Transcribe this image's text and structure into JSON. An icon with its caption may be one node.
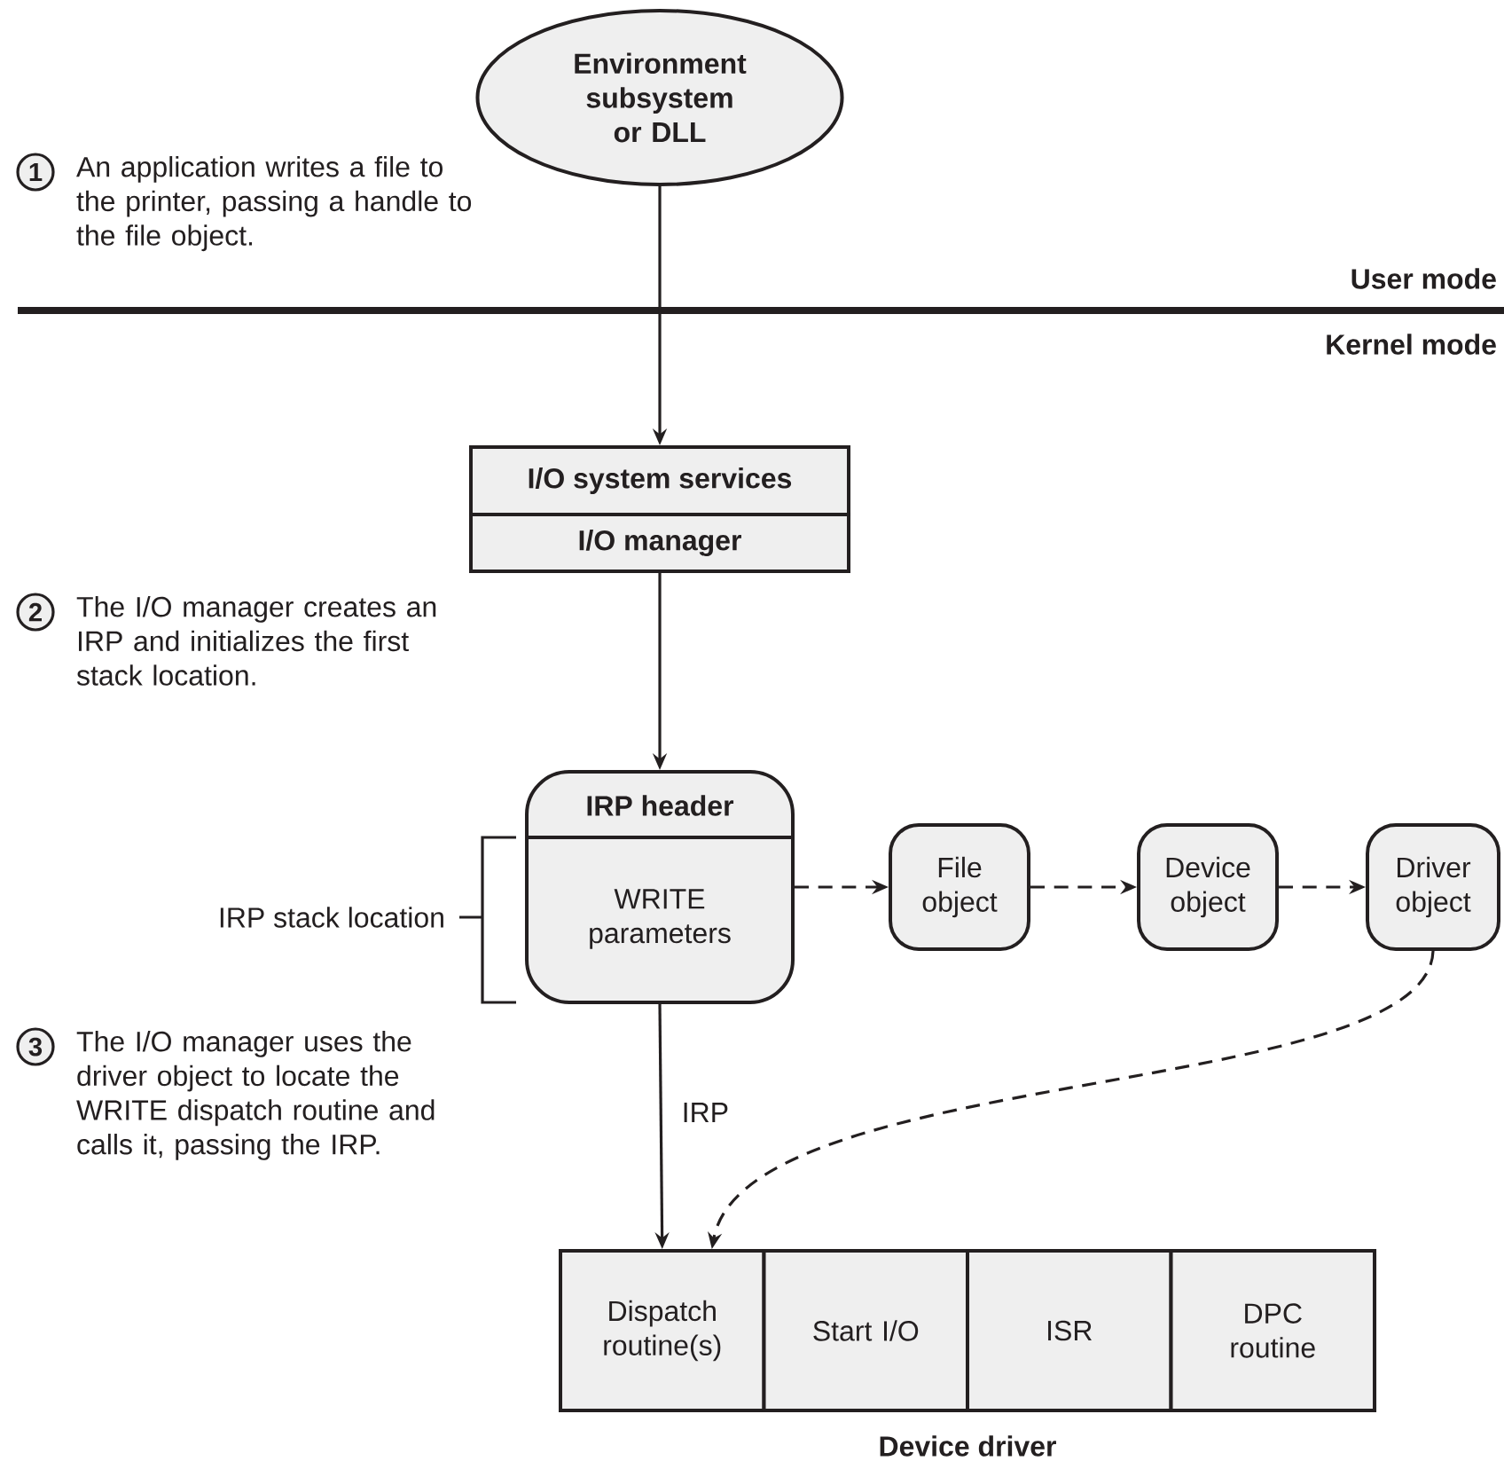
{
  "diagram": {
    "nodes": [
      {
        "text": [
          "Environment subsystem or DLL"
        ]
      },
      {
        "text": [
          "I/O system services"
        ]
      },
      {
        "text": [
          "I/O manager"
        ]
      },
      {
        "text": [
          "IRP header",
          "WRITE parameters"
        ]
      },
      {
        "text": [
          "File object"
        ]
      },
      {
        "text": [
          "Device object"
        ]
      },
      {
        "text": [
          "Driver object"
        ]
      },
      {
        "text": [
          "Device driver"
        ]
      },
      {
        "text": [
          "Dispatch routine(s)"
        ],
        "in": 7
      },
      {
        "text": [
          "Start I/O"
        ],
        "in": 7
      },
      {
        "text": [
          "ISR"
        ],
        "in": 7
      },
      {
        "text": [
          "DPC routine"
        ],
        "in": 7
      }
    ],
    "edges": [
      {
        "from": 0,
        "to": 1,
        "arrow": "to"
      },
      {
        "from": 2,
        "to": 3,
        "arrow": "to"
      },
      {
        "from": 3,
        "to": 4,
        "arrow": "to",
        "style": "dashed"
      },
      {
        "from": 4,
        "to": 5,
        "arrow": "to",
        "style": "dashed"
      },
      {
        "from": 5,
        "to": 6,
        "arrow": "to",
        "style": "dashed"
      },
      {
        "from": 3,
        "to": 8,
        "arrow": "to",
        "label": "IRP"
      },
      {
        "from": 6,
        "to": 8,
        "arrow": "to",
        "style": "dashed"
      }
    ],
    "labels": [
      "1",
      "An application writes a file to the printer, passing a handle to the file object.",
      "User mode",
      "Kernel mode",
      "2",
      "The I/O manager creates an IRP and initializes the first stack location.",
      "IRP stack location",
      "3",
      "The I/O manager uses the driver object to locate the WRITE dispatch routine and calls it, passing the IRP."
    ]
  }
}
